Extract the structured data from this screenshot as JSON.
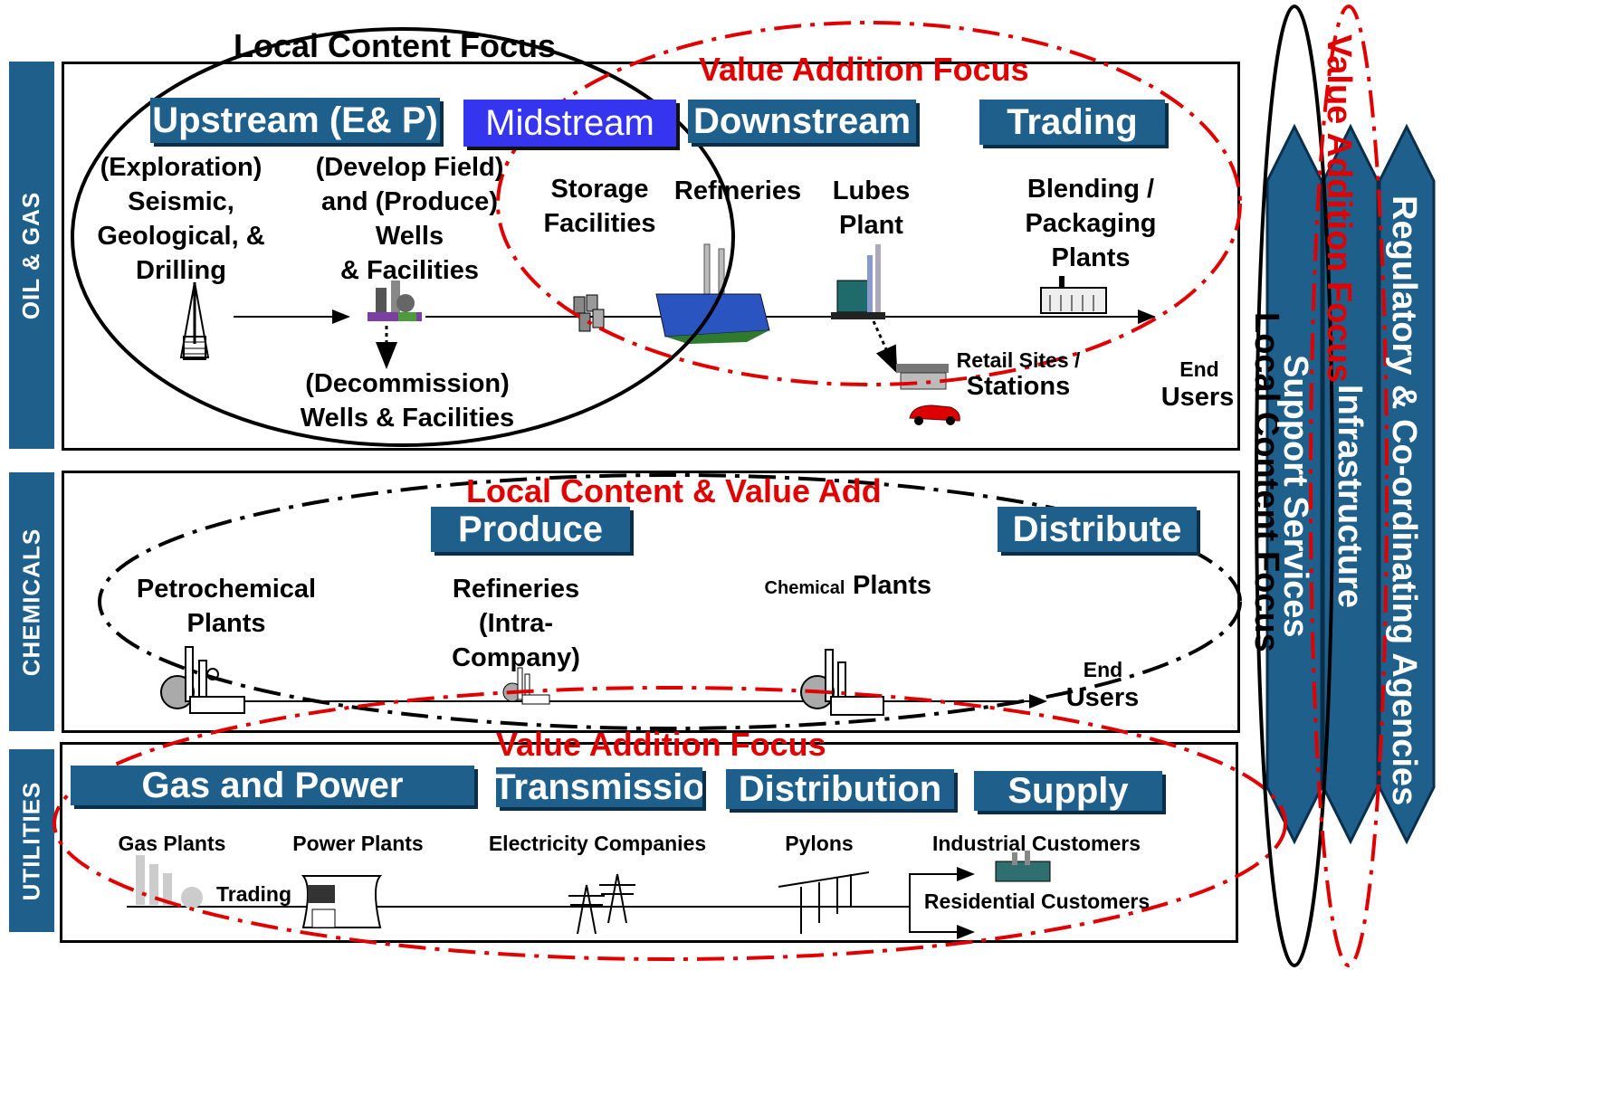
{
  "sections": {
    "oil_gas": "OIL & GAS",
    "chemicals": "CHEMICALS",
    "utilities": "UTILITIES"
  },
  "focus_labels": {
    "local_content_top": "Local Content Focus",
    "value_addition_top": "Value Addition Focus",
    "local_content_value_add": "Local Content & Value Add",
    "value_addition_bottom": "Value Addition Focus",
    "local_content_vertical": "Local Content Focus",
    "value_addition_vertical": "Value Addition Focus"
  },
  "oil_gas": {
    "headers": {
      "upstream": "Upstream (E& P)",
      "midstream": "Midstream",
      "downstream": "Downstream",
      "trading": "Trading"
    },
    "labels": {
      "exploration": "(Exploration)\nSeismic,\nGeological, &\nDrilling",
      "develop": "(Develop Field)\nand (Produce)\nWells\n& Facilities",
      "decommission": "(Decommission)\nWells & Facilities",
      "storage": "Storage\nFacilities",
      "refineries": "Refineries",
      "lubes": "Lubes\nPlant",
      "blending": "Blending /\nPackaging\nPlants",
      "retail_sites": "Retail Sites /",
      "stations": "Stations",
      "end": "End",
      "users": "Users"
    }
  },
  "chemicals": {
    "headers": {
      "produce": "Produce",
      "distribute": "Distribute"
    },
    "labels": {
      "petrochemical": "Petrochemical\nPlants",
      "refineries": "Refineries\n(Intra-\nCompany)",
      "chemical_small": "Chemical",
      "plants": "Plants",
      "end": "End",
      "users": "Users"
    }
  },
  "utilities": {
    "headers": {
      "gas_power": "Gas and Power",
      "transmission": "Transmissio",
      "distribution": "Distribution",
      "supply": "Supply"
    },
    "labels": {
      "gas_plants": "Gas Plants",
      "power_plants": "Power Plants",
      "electricity": "Electricity Companies",
      "pylons": "Pylons",
      "industrial": "Industrial Customers",
      "trading": "Trading",
      "residential": "Residential Customers"
    }
  },
  "side_columns": {
    "support": "Support Services",
    "infrastructure": "Infrastructure",
    "regulatory": "Regulatory & Co-ordinating Agencies"
  },
  "colors": {
    "header_blue": "#1f5f8b",
    "midstream_blue": "#3535f0",
    "focus_red": "#e00000"
  }
}
